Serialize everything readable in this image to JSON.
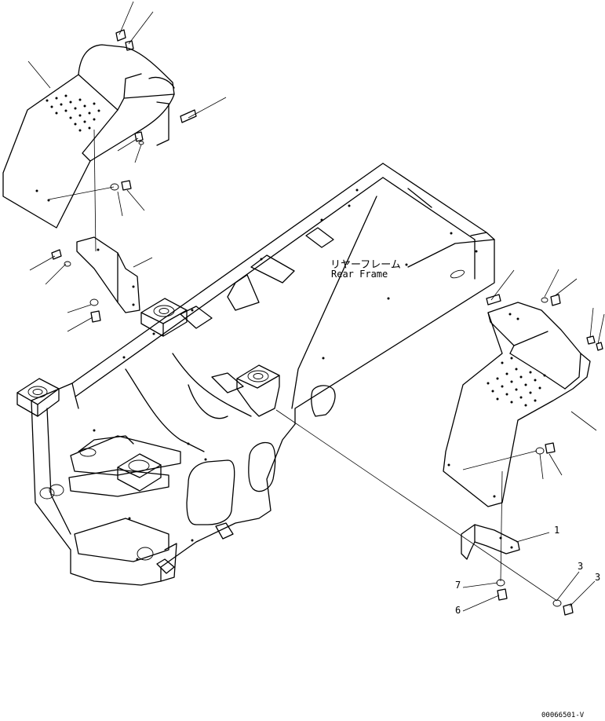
{
  "labels": {
    "part_name_jp": "リヤーフレーム",
    "part_name_en": "Rear Frame",
    "drawing_code": "00066501-V"
  },
  "callouts": [
    "1",
    "7",
    "6",
    "3",
    "3"
  ],
  "colors": {
    "line": "#000000",
    "background": "#ffffff"
  }
}
